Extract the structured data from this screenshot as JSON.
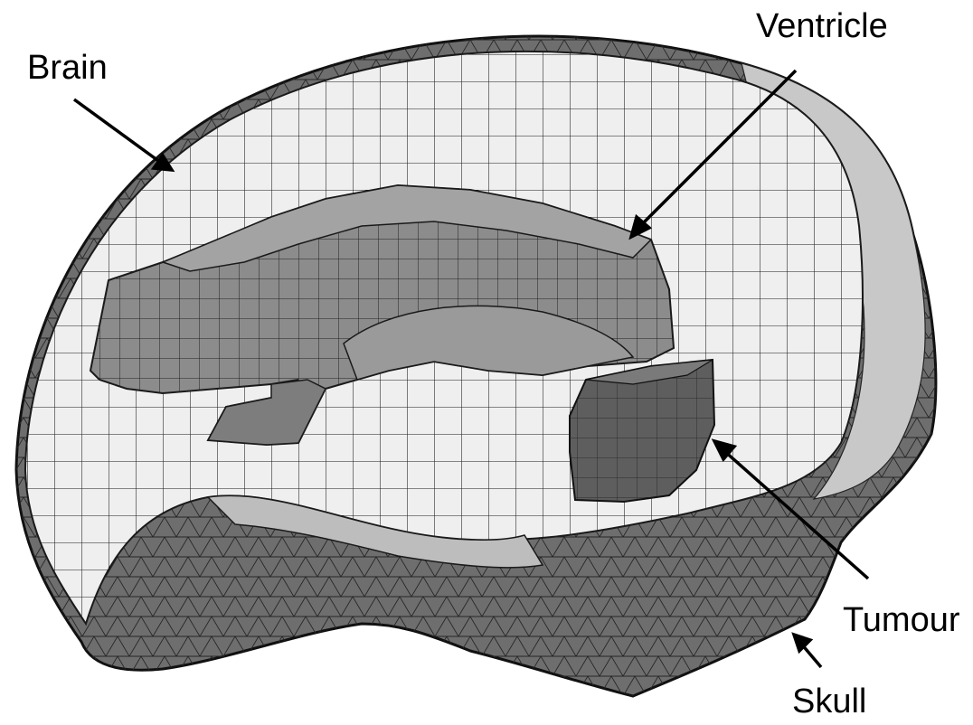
{
  "labels": {
    "brain": "Brain",
    "ventricle": "Ventricle",
    "tumour": "Tumour",
    "skull": "Skull"
  },
  "colors": {
    "background": "#ffffff",
    "brain_fill": "#efefef",
    "mesh_line": "#1a1a1a",
    "ventricle_fill": "#8c8c8c",
    "ventricle_top": "#9b9b9b",
    "tumour_fill": "#5e5e5e",
    "skull_fill": "#6e6e6e",
    "skull_inner_band": "#c8c8c8",
    "outline": "#111111"
  }
}
